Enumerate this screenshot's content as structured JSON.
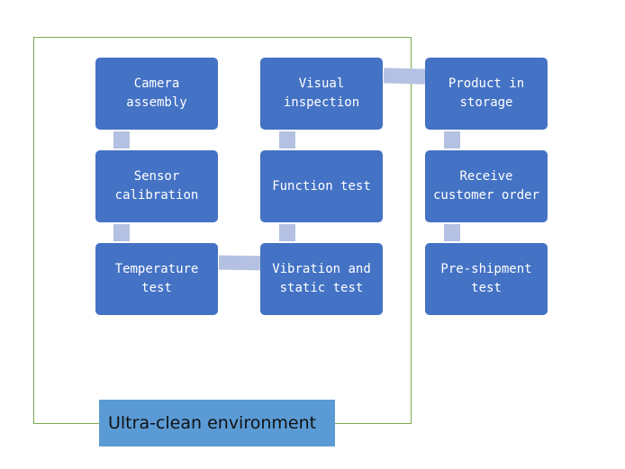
{
  "environment": {
    "label": "Ultra-clean environment"
  },
  "steps": {
    "camera_assembly": "Camera\nassembly",
    "sensor_calibration": "Sensor\ncalibration",
    "temperature_test": "Temperature\ntest",
    "visual_inspection": "Visual\ninspection",
    "function_test": "Function test",
    "vibration_static_test": "Vibration and\nstatic test",
    "product_in_storage": "Product in\nstorage",
    "receive_customer_order": "Receive\ncustomer order",
    "pre_shipment_test": "Pre-shipment\ntest"
  },
  "colors": {
    "box_fill": "#4472c4",
    "connector_fill": "#b4c1e2",
    "environment_border": "#7aab4e",
    "environment_label_fill": "#5b9bd5"
  }
}
